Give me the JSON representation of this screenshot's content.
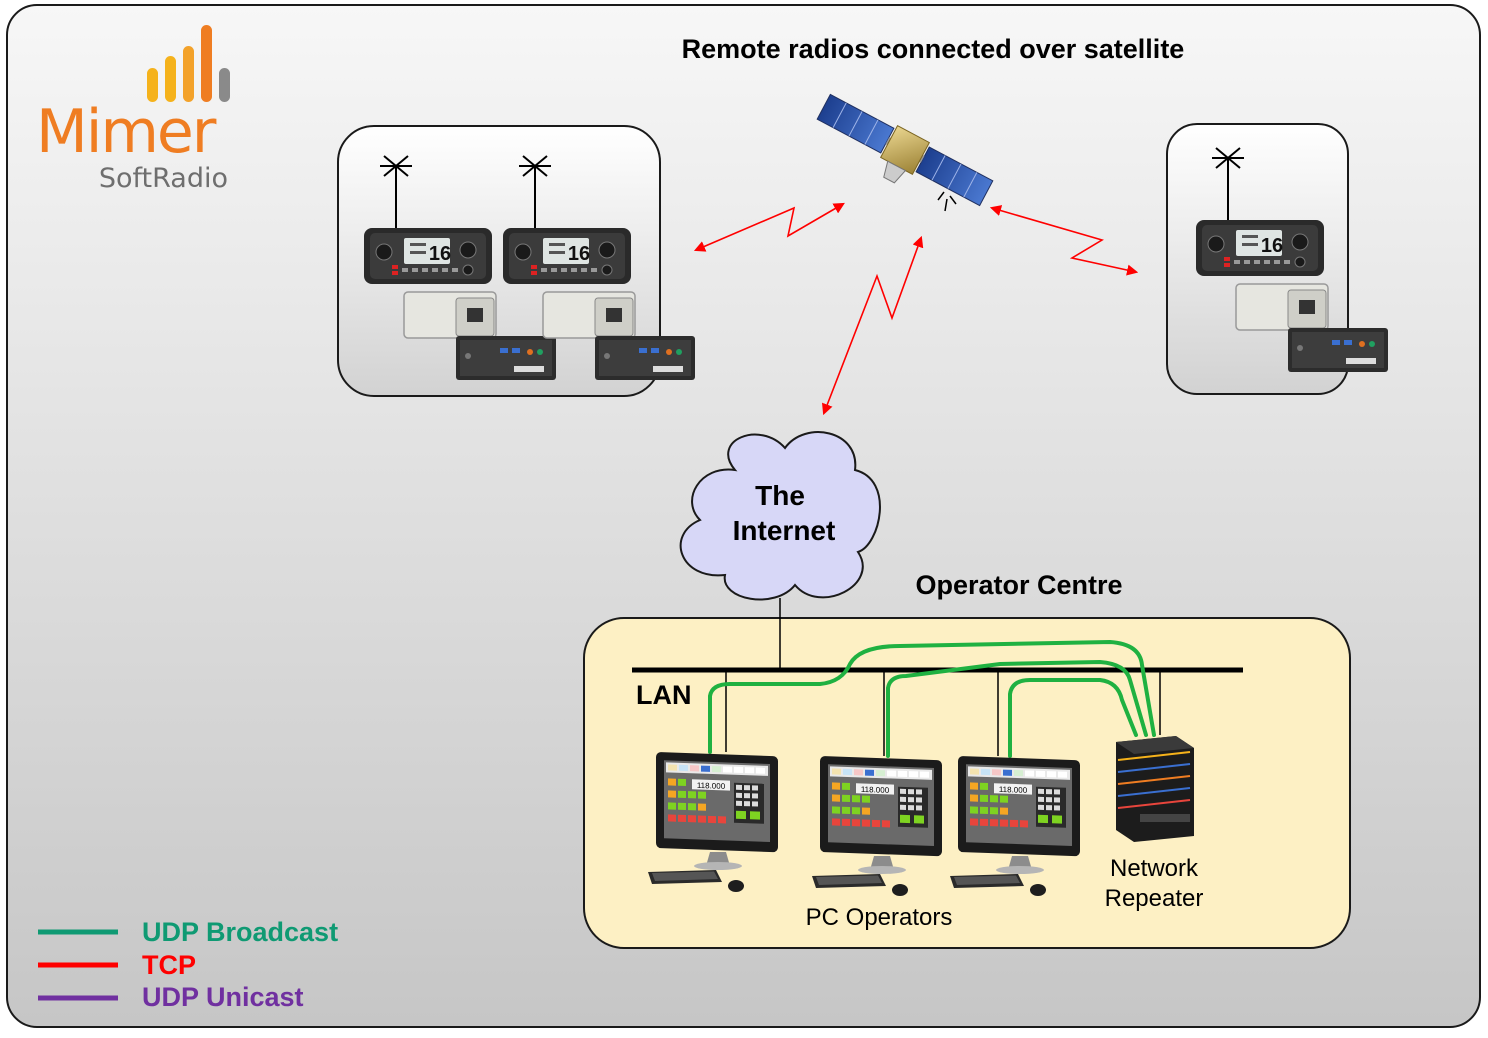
{
  "title": "Remote radios connected over satellite",
  "logo": {
    "name": "Mimer",
    "subname": "SoftRadio"
  },
  "cloud": {
    "line1": "The",
    "line2": "Internet"
  },
  "operator_centre": {
    "title": "Operator Centre",
    "lan_label": "LAN",
    "pc_operators_label": "PC Operators",
    "repeater_line1": "Network",
    "repeater_line2": "Repeater"
  },
  "radio_display": "16",
  "operator_screen_value": "118.000",
  "legend": [
    {
      "label": "UDP Broadcast",
      "color": "#0f9a73"
    },
    {
      "label": "TCP",
      "color": "#ff0000"
    },
    {
      "label": "UDP Unicast",
      "color": "#7030a0"
    }
  ],
  "colors": {
    "logo_orange": "#ef7d22",
    "logo_yellow": "#f5b21b",
    "logo_gray": "#808080",
    "cloud_fill": "#d7d7f7",
    "centre_fill": "#fdf0c4",
    "link_red": "#ff0000",
    "lan_green": "#1fb141"
  }
}
